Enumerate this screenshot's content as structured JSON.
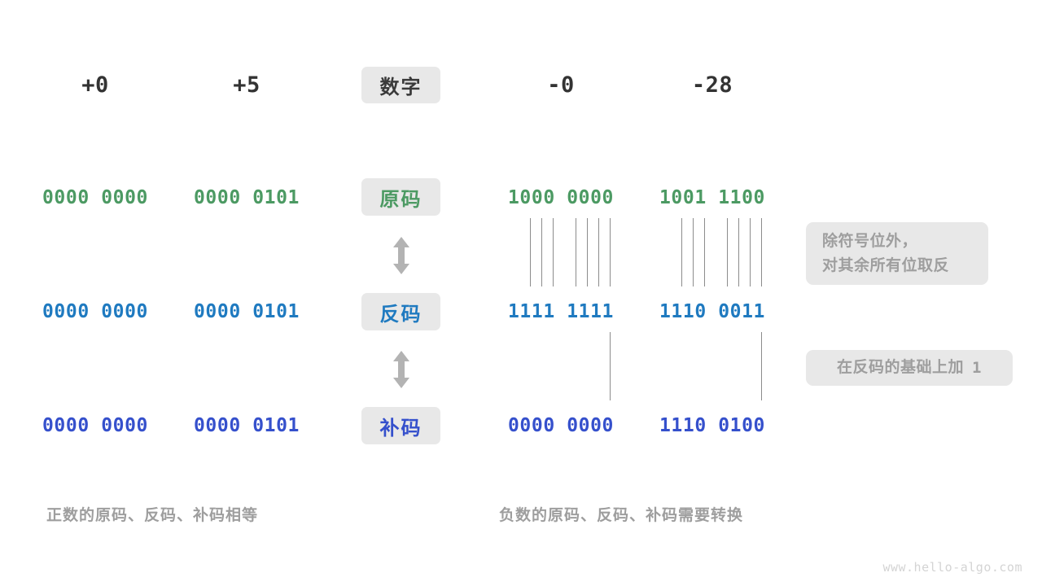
{
  "figure": {
    "watermark": "www.hello-algo.com",
    "colors": {
      "green": "#4c9a63",
      "blue": "#1f7ac0",
      "indigo": "#3550cc",
      "pill_bg": "#e8e8e8",
      "note_text": "#9e9e9e",
      "line": "#8c8c8c",
      "header_text": "#333333",
      "background": "#ffffff"
    }
  },
  "columns": [
    {
      "id": "plus-zero",
      "header": "+0",
      "sign": "positive"
    },
    {
      "id": "plus-five",
      "header": "+5",
      "sign": "positive"
    },
    {
      "id": "minus-zero",
      "header": "-0",
      "sign": "negative"
    },
    {
      "id": "minus-28",
      "header": "-28",
      "sign": "negative"
    }
  ],
  "row_labels": [
    {
      "id": "number",
      "label": "数字",
      "color_key": "dark"
    },
    {
      "id": "sign-mag",
      "label": "原码",
      "color_key": "green"
    },
    {
      "id": "ones-comp",
      "label": "反码",
      "color_key": "blue"
    },
    {
      "id": "twos-comp",
      "label": "补码",
      "color_key": "indigo"
    }
  ],
  "rows": {
    "sign_magnitude": {
      "label": "原码",
      "values": [
        "0000 0000",
        "0000 0101",
        "1000 0000",
        "1001 1100"
      ]
    },
    "ones_complement": {
      "label": "反码",
      "values": [
        "0000 0000",
        "0000 0101",
        "1111 1111",
        "1110 0011"
      ]
    },
    "twos_complement": {
      "label": "补码",
      "values": [
        "0000 0000",
        "0000 0101",
        "0000 0000",
        "1110 0100"
      ]
    }
  },
  "notes": [
    {
      "id": "invert-note",
      "lines": [
        "除符号位外，",
        "对其余所有位取反"
      ]
    },
    {
      "id": "add-one-note",
      "text_prefix": "在反码的基础上加",
      "text_value": "1"
    }
  ],
  "captions": [
    {
      "id": "positive-caption",
      "text": "正数的原码、反码、补码相等"
    },
    {
      "id": "negative-caption",
      "text": "负数的原码、反码、补码需要转换"
    }
  ],
  "arrows": [
    {
      "id": "arrow-sign-to-ones",
      "kind": "double-vertical"
    },
    {
      "id": "arrow-ones-to-twos",
      "kind": "double-vertical"
    }
  ]
}
